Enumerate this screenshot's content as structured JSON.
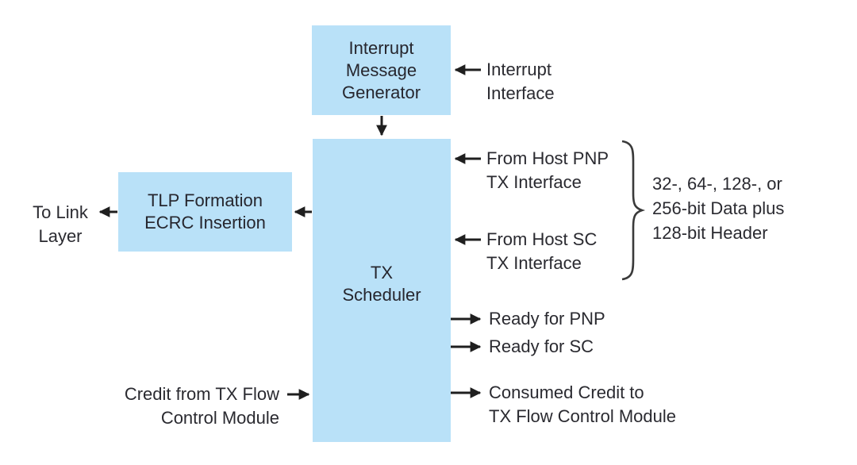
{
  "boxes": {
    "interrupt_message_generator": {
      "label": "Interrupt\nMessage\nGenerator"
    },
    "tx_scheduler": {
      "label": "TX\nScheduler"
    },
    "tlp_formation": {
      "label": "TLP Formation\nECRC Insertion"
    }
  },
  "labels": {
    "interrupt_interface": "Interrupt\nInterface",
    "from_host_pnp_tx_interface": "From Host PNP\nTX Interface",
    "from_host_sc_tx_interface": "From Host SC\nTX Interface",
    "data_width_note": "32-, 64-, 128-, or\n256-bit Data plus\n128-bit Header",
    "ready_for_pnp": "Ready for PNP",
    "ready_for_sc": "Ready for SC",
    "consumed_credit": "Consumed Credit to\nTX Flow Control Module",
    "credit_from_tx_flow": "Credit from TX Flow\nControl Module",
    "to_link_layer": "To Link\nLayer"
  },
  "colors": {
    "box_fill": "#b9e1f8",
    "arrow": "#1f1f1f",
    "text": "#2a2a30"
  }
}
